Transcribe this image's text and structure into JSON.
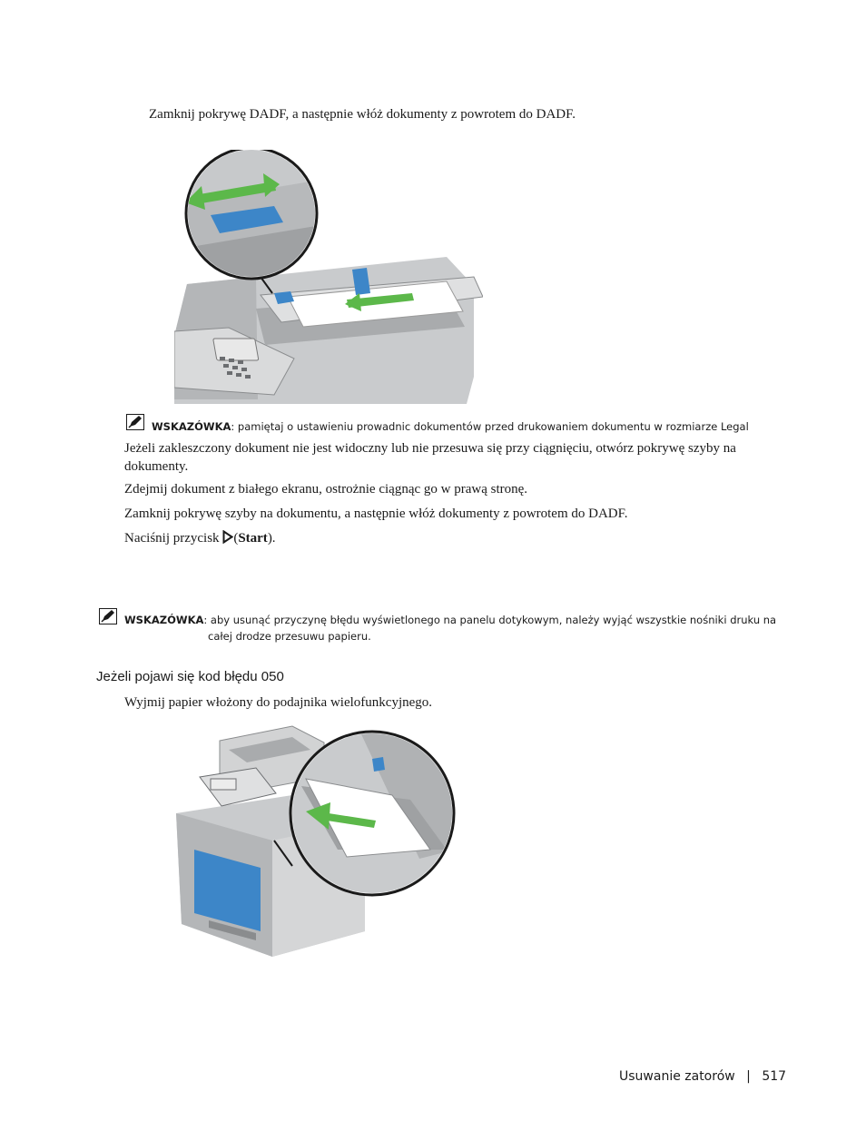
{
  "steps": {
    "close_dadf_cover": "Zamknij pokrywę DADF, a następnie włóż dokumenty z powrotem do DADF.",
    "if_not_visible": "Jeżeli zakleszczony dokument nie jest widoczny lub nie przesuwa się przy ciągnięciu, otwórz pokrywę szyby na dokumenty.",
    "remove_from_white": "Zdejmij dokument z białego ekranu, ostrożnie ciągnąc go w prawą stronę.",
    "close_glass_cover": "Zamknij pokrywę szyby na dokumentu, a następnie włóż dokumenty z powrotem do DADF.",
    "press_button_prefix": "Naciśnij przycisk",
    "press_button_name": "Start",
    "press_button_open": "(",
    "press_button_close": ").",
    "remove_paper_mpf": "Wyjmij papier włożony do podajnika wielofunkcyjnego."
  },
  "notes": {
    "note1_label": "WSKAZÓWKA",
    "note1_text": ": pamiętaj o ustawieniu prowadnic dokumentów przed drukowaniem dokumentu w rozmiarze Legal",
    "note2_label": "WSKAZÓWKA",
    "note2_text_line1": ": aby usunąć przyczynę błędu wyświetlonego na panelu dotykowym, należy wyjąć wszystkie nośniki druku na",
    "note2_text_line2": "całej drodze przesuwu papieru."
  },
  "section": {
    "heading": "Jeżeli pojawi się kod błędu 050"
  },
  "footer": {
    "section_title": "Usuwanie zatorów",
    "separator": "|",
    "page_number": "517"
  },
  "icons": {
    "note_icon": "pencil-note-icon",
    "start_icon": "play-triangle-icon"
  },
  "colors": {
    "arrow_green": "#5cb84a",
    "guide_blue": "#3d86c8",
    "printer_gray": "#bfc1c3"
  }
}
